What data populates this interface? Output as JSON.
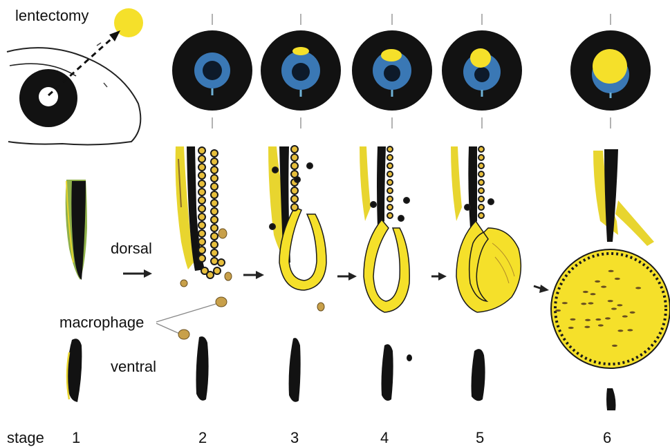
{
  "labels": {
    "lentectomy": "lentectomy",
    "dorsal": "dorsal",
    "ventral": "ventral",
    "macrophage": "macrophage",
    "stage": "stage"
  },
  "stages": [
    "1",
    "2",
    "3",
    "4",
    "5",
    "6"
  ],
  "colors": {
    "lens_yellow": "#f5e02a",
    "iris_black": "#121212",
    "pupil_blue": "#3a78b5",
    "cell_outline": "#1a1a1a",
    "cell_fill": "#e7bf3c",
    "background": "#ffffff"
  }
}
